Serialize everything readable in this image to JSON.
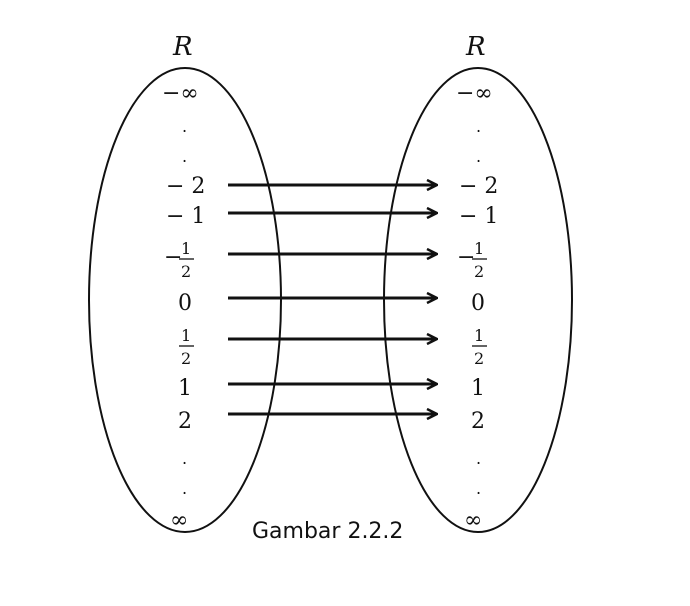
{
  "figure": {
    "caption": "Gambar 2.2.2",
    "domain_label": "R",
    "codomain_label": "R"
  },
  "elements": {
    "neg_infinity": "−∞",
    "pos_infinity": "∞",
    "dot": ".",
    "neg_two": "− 2",
    "neg_one": "− 1",
    "neg_sign": "−",
    "half_num": "1",
    "half_den": "2",
    "zero": "0",
    "one": "1",
    "two": "2"
  },
  "mappings": [
    {
      "from": "− 2",
      "to": "− 2"
    },
    {
      "from": "− 1",
      "to": "− 1"
    },
    {
      "from": "−1/2",
      "to": "−1/2"
    },
    {
      "from": "0",
      "to": "0"
    },
    {
      "from": "1/2",
      "to": "1/2"
    },
    {
      "from": "1",
      "to": "1"
    },
    {
      "from": "2",
      "to": "2"
    }
  ]
}
